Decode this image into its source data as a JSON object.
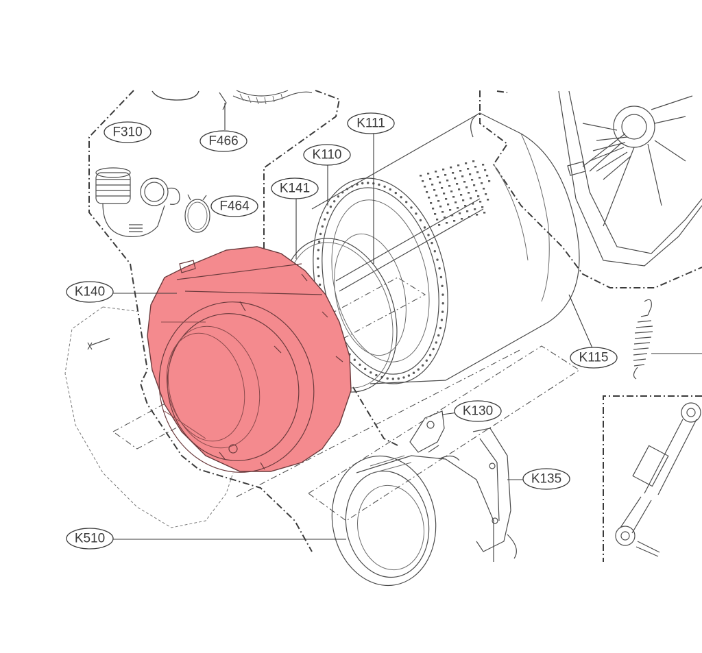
{
  "diagram": {
    "highlight_color": "#f48a8e",
    "highlighted_part": "K140",
    "labels": {
      "f310": "F310",
      "f466": "F466",
      "f464": "F464",
      "k111": "K111",
      "k110": "K110",
      "k141": "K141",
      "k140": "K140",
      "k115": "K115",
      "k130": "K130",
      "k135": "K135",
      "k510": "K510"
    }
  }
}
